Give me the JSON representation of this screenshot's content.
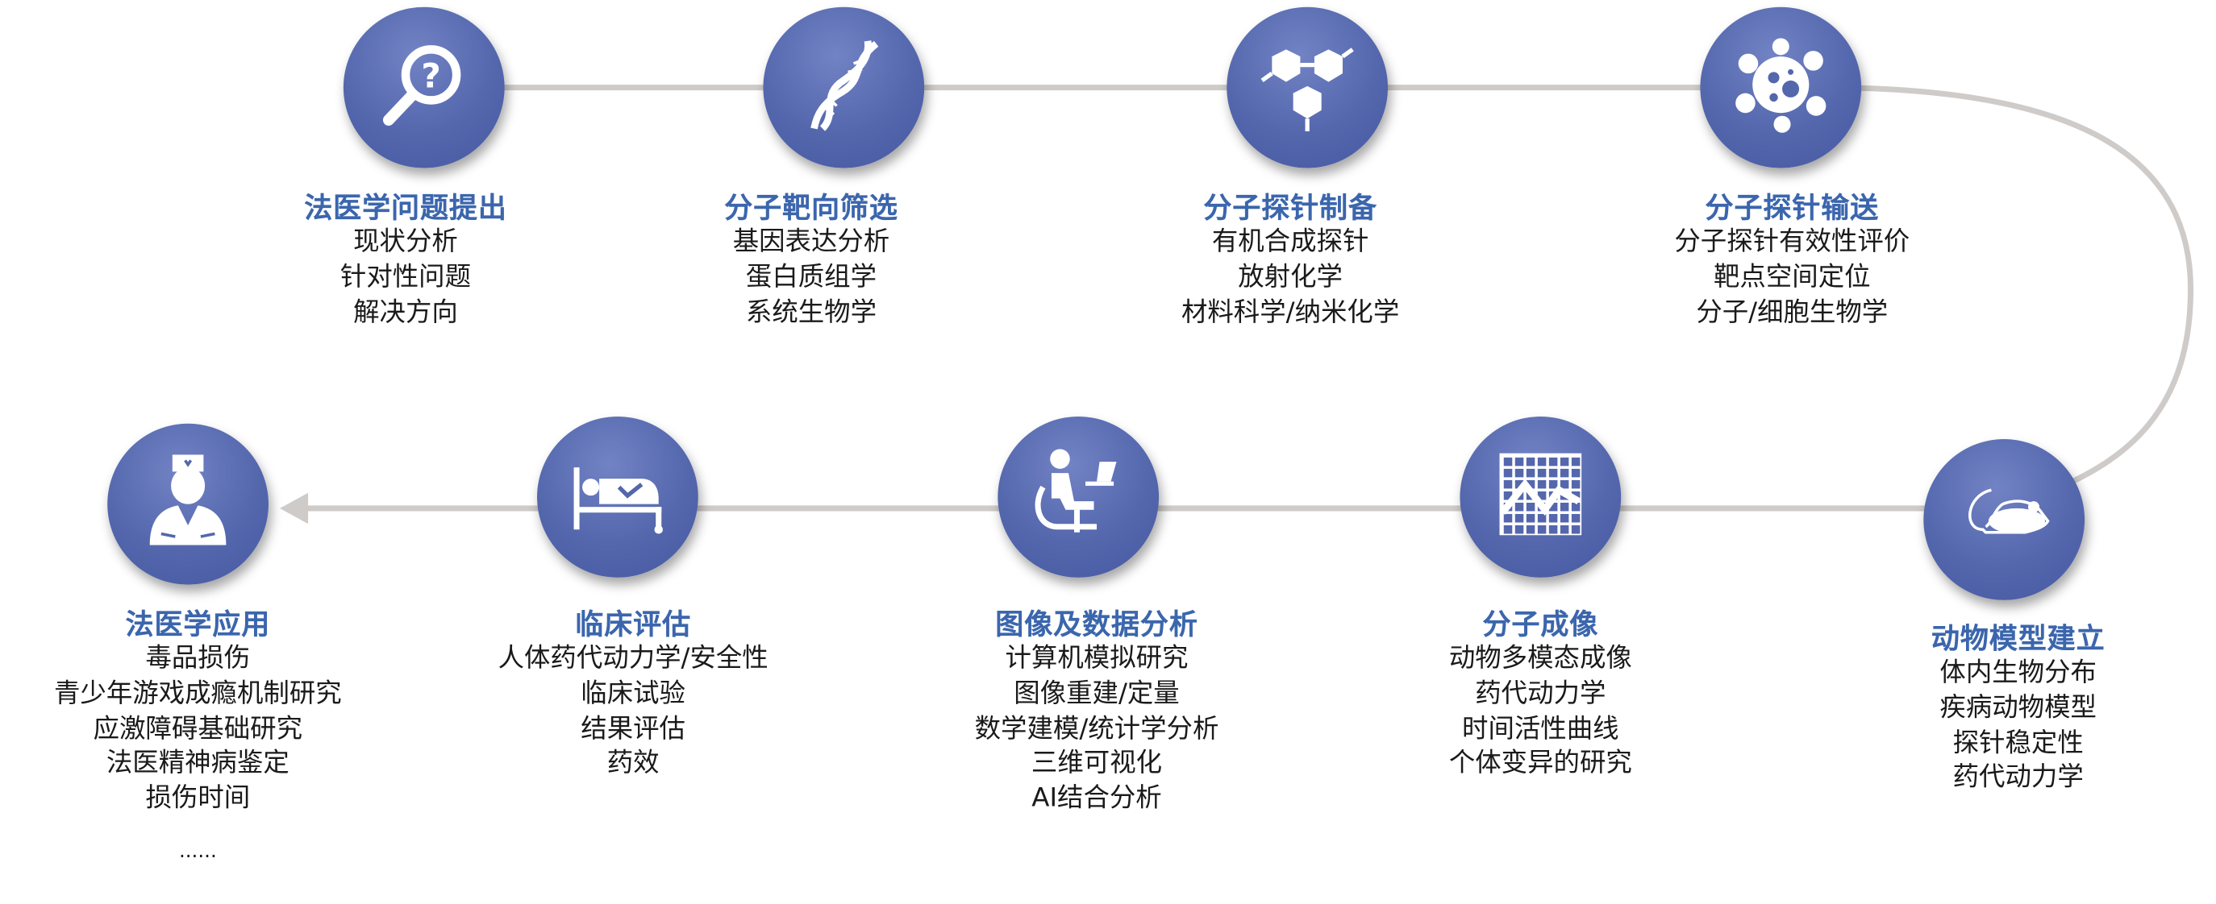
{
  "colors": {
    "circle": "#5467ad",
    "title": "#3b66ad",
    "connector": "#cfcbc9"
  },
  "nodes": [
    {
      "id": "question",
      "icon": "magnifier-question-icon",
      "title": "法医学问题提出",
      "lines": [
        "现状分析",
        "针对性问题",
        "解决方向"
      ]
    },
    {
      "id": "target",
      "icon": "dna-icon",
      "title": "分子靶向筛选",
      "lines": [
        "基因表达分析",
        "蛋白质组学",
        "系统生物学"
      ]
    },
    {
      "id": "probe-prep",
      "icon": "molecule-hexagon-icon",
      "title": "分子探针制备",
      "lines": [
        "有机合成探针",
        "放射化学",
        "材料科学/纳米化学"
      ]
    },
    {
      "id": "probe-delivery",
      "icon": "virus-icon",
      "title": "分子探针输送",
      "lines": [
        "分子探针有效性评价",
        "靶点空间定位",
        "分子/细胞生物学"
      ]
    },
    {
      "id": "animal",
      "icon": "mouse-icon",
      "title": "动物模型建立",
      "lines": [
        "体内生物分布",
        "疾病动物模型",
        "探针稳定性",
        "药代动力学"
      ]
    },
    {
      "id": "imaging",
      "icon": "line-chart-icon",
      "title": "分子成像",
      "lines": [
        "动物多模态成像",
        "药代动力学",
        "时间活性曲线",
        "个体变异的研究"
      ]
    },
    {
      "id": "analysis",
      "icon": "person-laptop-icon",
      "title": "图像及数据分析",
      "lines": [
        "计算机模拟研究",
        "图像重建/定量",
        "数学建模/统计学分析",
        "三维可视化",
        "AI结合分析"
      ]
    },
    {
      "id": "clinical",
      "icon": "hospital-bed-icon",
      "title": "临床评估",
      "lines": [
        "人体药代动力学/安全性",
        "临床试验",
        "结果评估",
        "药效"
      ]
    },
    {
      "id": "application",
      "icon": "doctor-icon",
      "title": "法医学应用",
      "lines": [
        "毒品损伤",
        "青少年游戏成瘾机制研究",
        "应激障碍基础研究",
        "法医精神病鉴定",
        "损伤时间",
        "......"
      ]
    }
  ]
}
